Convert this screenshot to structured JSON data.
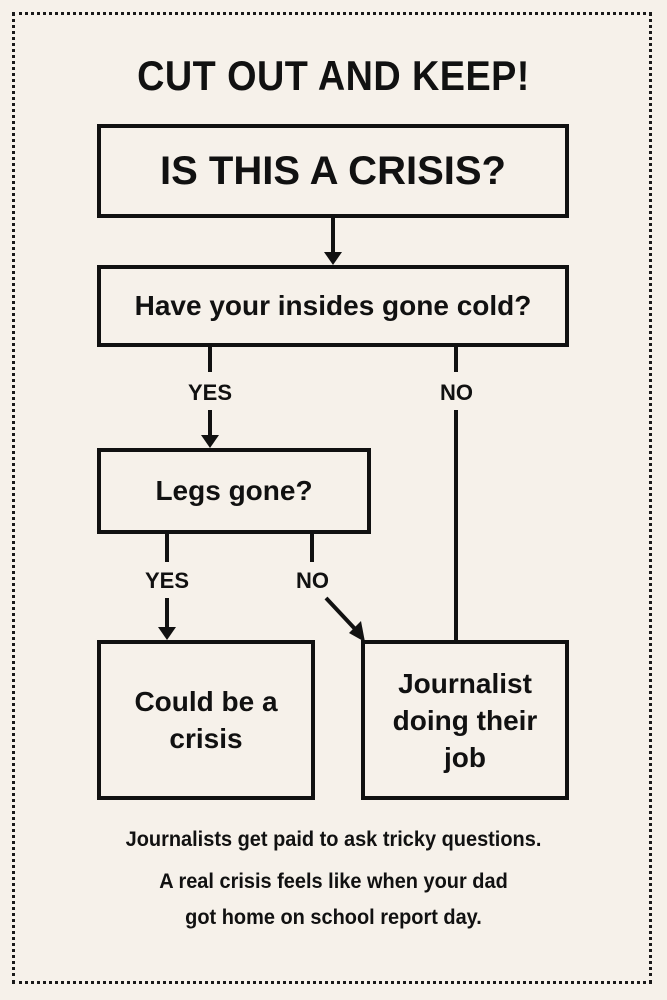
{
  "title": "CUT OUT AND KEEP!",
  "nodes": {
    "start": "IS THIS A CRISIS?",
    "q1": "Have your insides gone cold?",
    "q2": "Legs gone?",
    "crisis": "Could be a crisis",
    "job": "Journalist doing their job"
  },
  "edges": {
    "q1_yes": "YES",
    "q1_no": "NO",
    "q2_yes": "YES",
    "q2_no": "NO"
  },
  "footer": {
    "line1": "Journalists get paid to ask tricky questions.",
    "line2": "A real crisis feels like when your dad",
    "line3": "got home on school report day."
  }
}
